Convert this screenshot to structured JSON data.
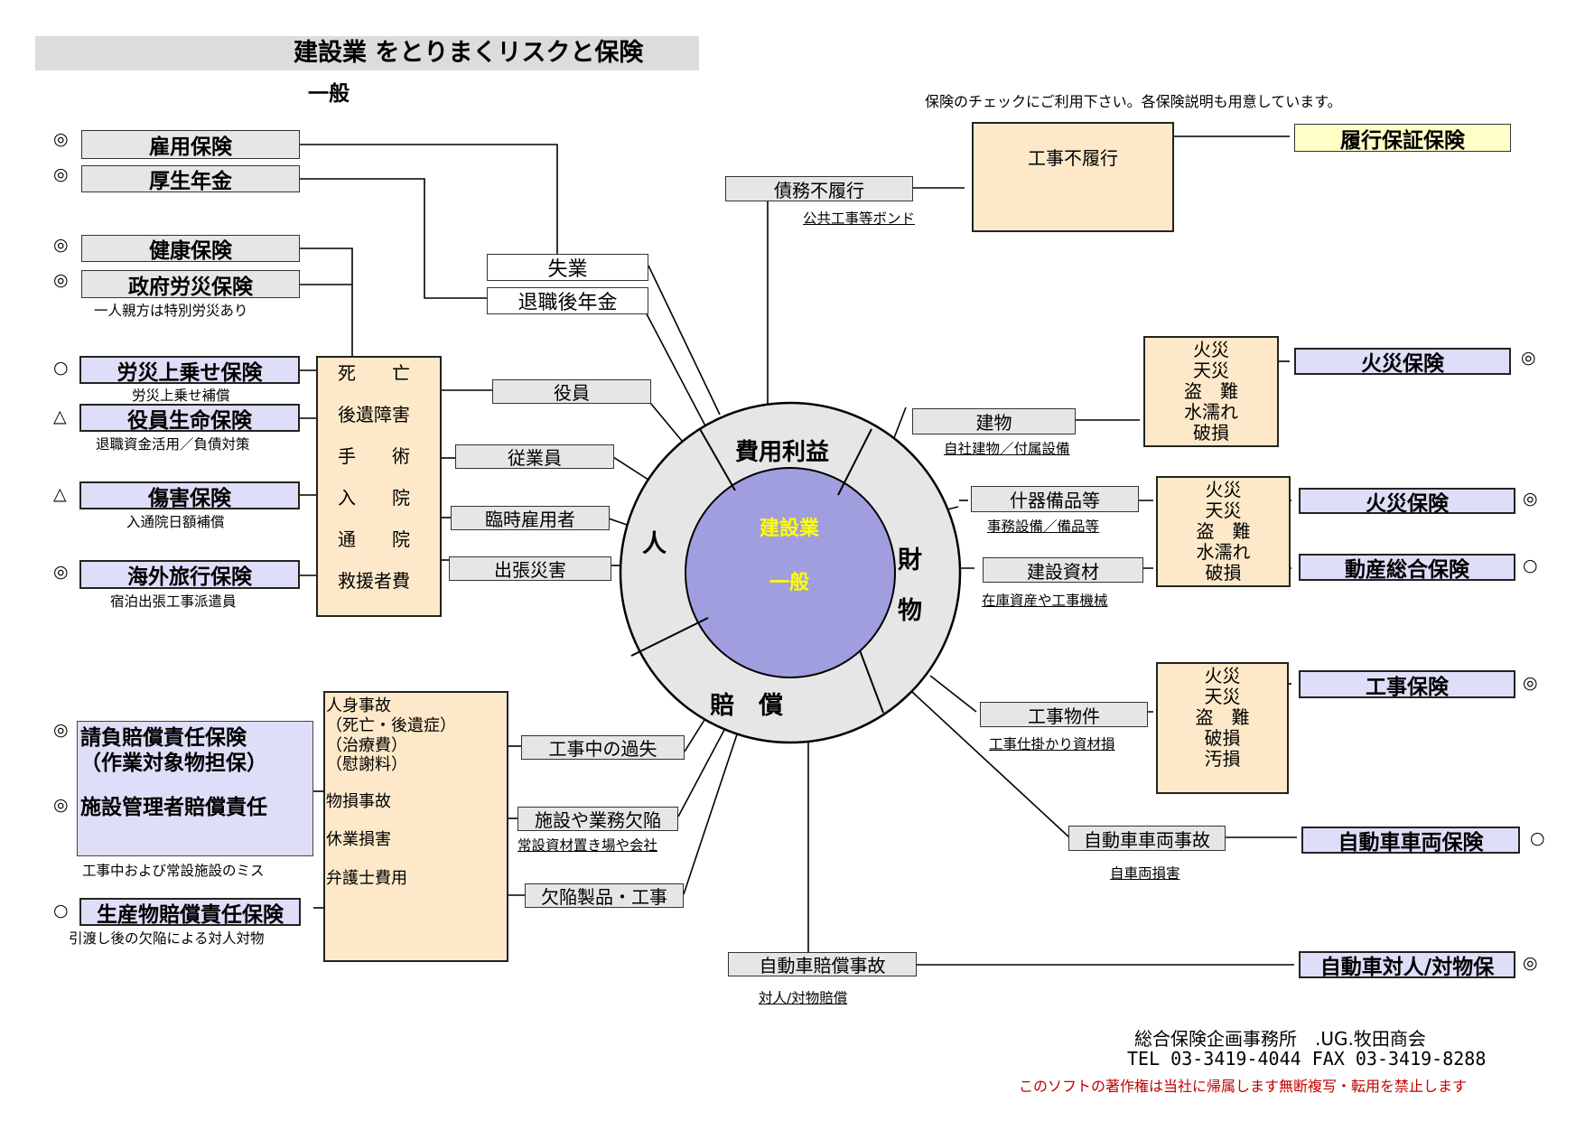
{
  "title": "建設業 をとりまくリスクと保険",
  "subtitle": "一般",
  "note_top": "保険のチェックにご利用下さい。各保険説明も用意しています。",
  "center": {
    "line1": "建設業",
    "line2": "一般"
  },
  "sectors": {
    "cost": "費用利益",
    "person": "人",
    "property1": "財",
    "property2": "物",
    "liability": "賠　償"
  },
  "insurance_left": {
    "koyo": "雇用保険",
    "kosei": "厚生年金",
    "kenko": "健康保険",
    "rosai": "政府労災保険",
    "rosai_note": "一人親方は特別労災あり",
    "uwanose": "労災上乗せ保険",
    "uwanose_note": "労災上乗せ補償",
    "yakuin": "役員生命保険",
    "yakuin_note": "退職資金活用／負債対策",
    "shogai": "傷害保険",
    "shogai_note": "入通院日額補償",
    "kaigai": "海外旅行保険",
    "kaigai_note": "宿泊出張工事派遣員",
    "ukeoi1": "請負賠償責任保険",
    "ukeoi2": "（作業対象物担保）",
    "shisetsu": "施設管理者賠償責任",
    "shisetsu_note": "工事中および常設施設のミス",
    "seisan": "生産物賠償責任保険",
    "seisan_note": "引渡し後の欠陥による対人対物"
  },
  "marks": {
    "koyo": "◎",
    "kosei": "◎",
    "kenko": "◎",
    "rosai": "◎",
    "uwanose": "○",
    "yakuin": "△",
    "shogai": "△",
    "kaigai": "◎",
    "ukeoi": "◎",
    "shisetsu": "◎",
    "seisan": "○",
    "rikou": "",
    "kasai1": "◎",
    "kasai2": "◎",
    "dosan": "○",
    "koji": "◎",
    "sharyo": "○",
    "taijin": "◎"
  },
  "person_risks": {
    "shitsugyo": "失業",
    "taishoku": "退職後年金",
    "yakuin": "役員",
    "jugyoin": "従業員",
    "rinji": "臨時雇用者",
    "shutcho": "出張災害",
    "benefits": [
      "死　　亡",
      "後遺障害",
      "手　　術",
      "入　　院",
      "通　　院",
      "救援者費"
    ]
  },
  "liability_risks": {
    "kashitsu": "工事中の過失",
    "shisetsu": "施設や業務欠陥",
    "shisetsu_note": "常設資材置き場や会社",
    "kekkan": "欠陥製品・工事",
    "damages": [
      "人身事故",
      "（死亡・後遺症）",
      "（治療費）",
      "（慰謝料）",
      "物損事故",
      "休業損害",
      "弁護士費用"
    ]
  },
  "cost_risks": {
    "saimu": "債務不履行",
    "saimu_note": "公共工事等ボンド",
    "fuirikou": "工事不履行",
    "rikou": "履行保証保険"
  },
  "property_risks": {
    "tatemono": "建物",
    "tatemono_note": "自社建物／付属設備",
    "juki": "什器備品等",
    "juki_note": "事務設備／備品等",
    "shizai": "建設資材",
    "shizai_note": "在庫資産や工事機械",
    "koji_bukken": "工事物件",
    "koji_bukken_note": "工事仕掛かり資材損",
    "jidosha_sharyo": "自動車車両事故",
    "jidosha_sharyo_note": "自車両損害",
    "jidosha_baisho": "自動車賠償事故",
    "jidosha_baisho_note": "対人/対物賠償"
  },
  "perils": {
    "group1": [
      "火災",
      "天災",
      "盗　難",
      "水濡れ",
      "破損"
    ],
    "group2": [
      "火災",
      "天災",
      "盗　難",
      "水濡れ",
      "破損"
    ],
    "group3": [
      "火災",
      "天災",
      "盗　難",
      "破損",
      "汚損"
    ]
  },
  "insurance_right": {
    "kasai1": "火災保険",
    "kasai2": "火災保険",
    "dosan": "動産総合保険",
    "koji": "工事保険",
    "sharyo": "自動車車両保険",
    "taijin": "自動車対人/対物保"
  },
  "footer": {
    "company": "総合保険企画事務所　.UG.牧田商会",
    "tel": "TEL 03-3419-4044 FAX 03-3419-8288",
    "copyright": "このソフトの著作権は当社に帰属します無断複写・転用を禁止します"
  }
}
